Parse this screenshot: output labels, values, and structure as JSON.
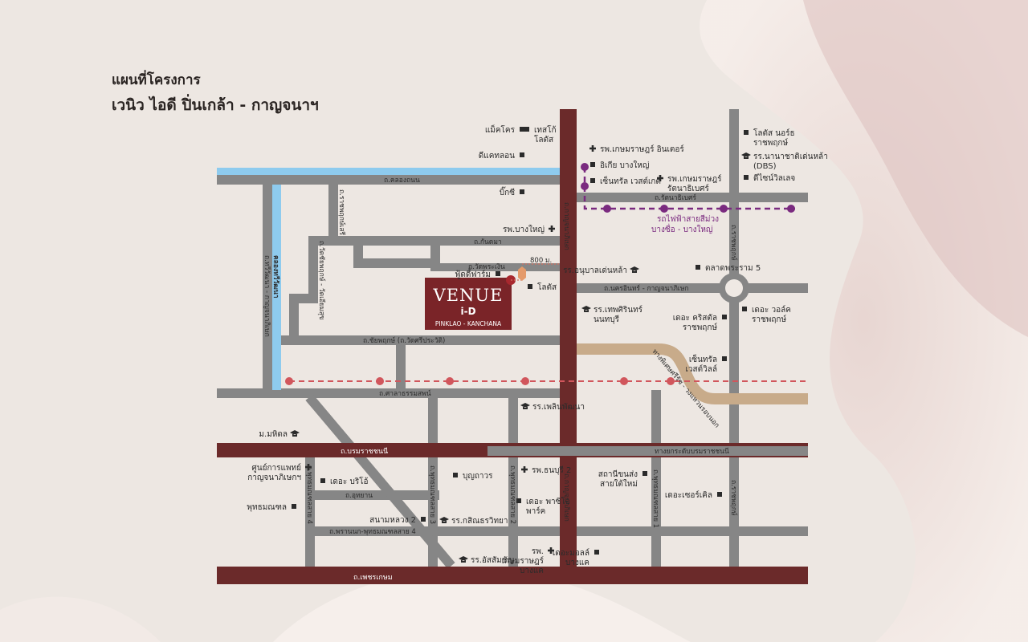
{
  "title": {
    "line1": "แผนที่โครงการ",
    "line2": "เวนิว ไอดี ปิ่นเกล้า - กาญจนาฯ"
  },
  "project": {
    "logo_main": "VENUE",
    "logo_sub": "i-D",
    "logo_tag": "PINKLAO - KANCHANA",
    "distance": "800 ม."
  },
  "roads": {
    "khlong_thanon": "ถ.คลองถนน",
    "ratchaphruek_w": "ถ.ราชพฤกษ์เสรี",
    "wat_chaiphruek": "ถ.วัดชัยพฤกษ์ - วัดเอียมสุข",
    "kanchanaphisek": "ถ.กาญจนาภิเษก",
    "kanchanaphisek_s": "ถ.กาญจนาภิเษก",
    "kanchana_tha": "ถ.กันดมา",
    "wat_phrachen": "ถ.วัดพระเงิน",
    "rattanathibet": "ถ.รัตนาธิเบศร์",
    "ratchaphruek_e": "ถ.ราชพฤกษ์",
    "ratchaphruek_se": "ถ.ราชพฤกษ์",
    "nakhon_in": "ถ.นครอินทร์ - กาญจนาภิเษก",
    "chaiyaphruek": "ถ.ชัยพฤกษ์ (ถ.วัดศรีประวัติ)",
    "salathammasop": "ถ.ศาลาธรรมสพน์",
    "borommaratchachonnani": "ถ.บรมราชชนนี",
    "boromma_elevated": "ทางยกระดับบรมราชชนนี",
    "utthayan": "ถ.อุทยาน",
    "phutthamonthon4": "ถ.พุทธมณฑลสาย 4",
    "phran_nok": "ถ.พรานนก-พุทธมณฑลสาย 4",
    "phutthamonthon3": "ถ.พุทธมณฑลสาย 3",
    "phutthamonthon2": "ถ.พุทธมณฑลสาย 2",
    "phutthamonthon1": "ถ.พุทธมณฑลสาย 1",
    "phetkasem": "ถ.เพชรเกษม",
    "expressway": "ทางพิเศษศรีรัช - วงแหวนรอบนอก",
    "canal": "คลองทวีวัฒนา",
    "thawi_watthana": "ถ.ทวีวัฒนา - กาญจนาภิเษก"
  },
  "metro": {
    "name_line1": "รถไฟฟ้าสายสีม่วง",
    "name_line2": "บางซื่อ - บางใหญ่",
    "color": "#7a2a7f"
  },
  "landmarks": [
    {
      "id": "makro",
      "text": "แม็คโคร",
      "sym": "sq"
    },
    {
      "id": "tesco_bangyai",
      "text": "เทสโก้",
      "text2": "โลตัส",
      "sym": "sq"
    },
    {
      "id": "dcon",
      "text": "ดีแคทลอน",
      "sym": "sq"
    },
    {
      "id": "bigc",
      "text": "บิ๊กซี",
      "sym": "sq"
    },
    {
      "id": "kasem_inter",
      "text": "รพ.เกษมราษฎร์ อินเตอร์",
      "sym": "cross"
    },
    {
      "id": "ikea",
      "text": "อิเกีย บางใหญ่",
      "sym": "sq"
    },
    {
      "id": "central_west",
      "text": "เซ็นทรัล เวสต์เกต",
      "sym": "sq"
    },
    {
      "id": "kasem_ratt",
      "text": "รพ.เกษมราษฎร์",
      "text2": "รัตนาธิเบศร์",
      "sym": "cross"
    },
    {
      "id": "lotus_north",
      "text": "โลตัส นอร์ธ",
      "text2": "ราชพฤกษ์",
      "sym": "sq"
    },
    {
      "id": "dbs",
      "text": "รร.นานาชาติเด่นหล้า",
      "text2": "(DBS)",
      "sym": "grad"
    },
    {
      "id": "dcity",
      "text": "ดีไซน์วิลเลจ",
      "sym": "sq"
    },
    {
      "id": "bangyai_hosp",
      "text": "รพ.บางใหญ่",
      "sym": "cross"
    },
    {
      "id": "food_farm",
      "text": "ฟู้ดดี้ฟาร์ม",
      "sym": "sq"
    },
    {
      "id": "lotus",
      "text": "โลตัส",
      "sym": "sq"
    },
    {
      "id": "anuban",
      "text": "รร.อนุบาลเด่นหล้า",
      "sym": "grad"
    },
    {
      "id": "talad",
      "text": "ตลาดพระราม 5",
      "sym": "sq"
    },
    {
      "id": "thepsirin",
      "text": "รร.เทพศิรินทร์",
      "text2": "นนทบุรี",
      "sym": "grad"
    },
    {
      "id": "crystal",
      "text": "เดอะ คริสตัล",
      "text2": "ราชพฤกษ์",
      "sym": "sq"
    },
    {
      "id": "walk",
      "text": "เดอะ วอล์ค",
      "text2": "ราชพฤกษ์",
      "sym": "sq"
    },
    {
      "id": "central_westville",
      "text": "เซ็นทรัล",
      "text2": "เวสต์วิลล์",
      "sym": "sq"
    },
    {
      "id": "phloen",
      "text": "รร.เพลินพัฒนา",
      "sym": "grad"
    },
    {
      "id": "mahidol",
      "text": "ม.มหิดล",
      "sym": "grad"
    },
    {
      "id": "medical",
      "text": "ศูนย์การแพทย์",
      "text2": "กาญจนาภิเษกฯ",
      "sym": "cross"
    },
    {
      "id": "bright",
      "text": "เดอะ บริโอ้",
      "sym": "sq"
    },
    {
      "id": "boonthavorn",
      "text": "บุญถาวร",
      "sym": "sq"
    },
    {
      "id": "thonburi2",
      "text": "รพ.ธนบุรี 2",
      "sym": "cross"
    },
    {
      "id": "bus_terminal",
      "text": "สถานีขนส่ง",
      "text2": "สายใต้ใหม่",
      "sym": "sq"
    },
    {
      "id": "circle",
      "text": "เดอะเซอร์เคิล",
      "sym": "sq"
    },
    {
      "id": "phutthamonthon",
      "text": "พุทธมณฑล",
      "sym": "sq"
    },
    {
      "id": "sanamluang2",
      "text": "สนามหลวง 2",
      "sym": "sq"
    },
    {
      "id": "kasintra",
      "text": "รร.กสิณธรวิทยา",
      "sym": "grad"
    },
    {
      "id": "paseo",
      "text": "เดอะ พาซิโอ",
      "text2": "พาร์ค",
      "sym": "sq"
    },
    {
      "id": "kasem_bangkae",
      "text": "รพ.",
      "text2": "เกษมราษฎร์",
      "text3": "บางแค",
      "sym": "cross"
    },
    {
      "id": "assumption",
      "text": "รร.อัสสัมชัญ",
      "sym": "grad"
    },
    {
      "id": "mall_bangkae",
      "text": "เดอะมอลล์",
      "text2": "บางแค",
      "sym": "sq"
    }
  ],
  "colors": {
    "road": "#868686",
    "major_road": "#6b2a2a",
    "canal": "#8ecbee",
    "expressway": "#c8ab8a",
    "red_line": "#d1565c",
    "project_red": "#a8282e"
  }
}
